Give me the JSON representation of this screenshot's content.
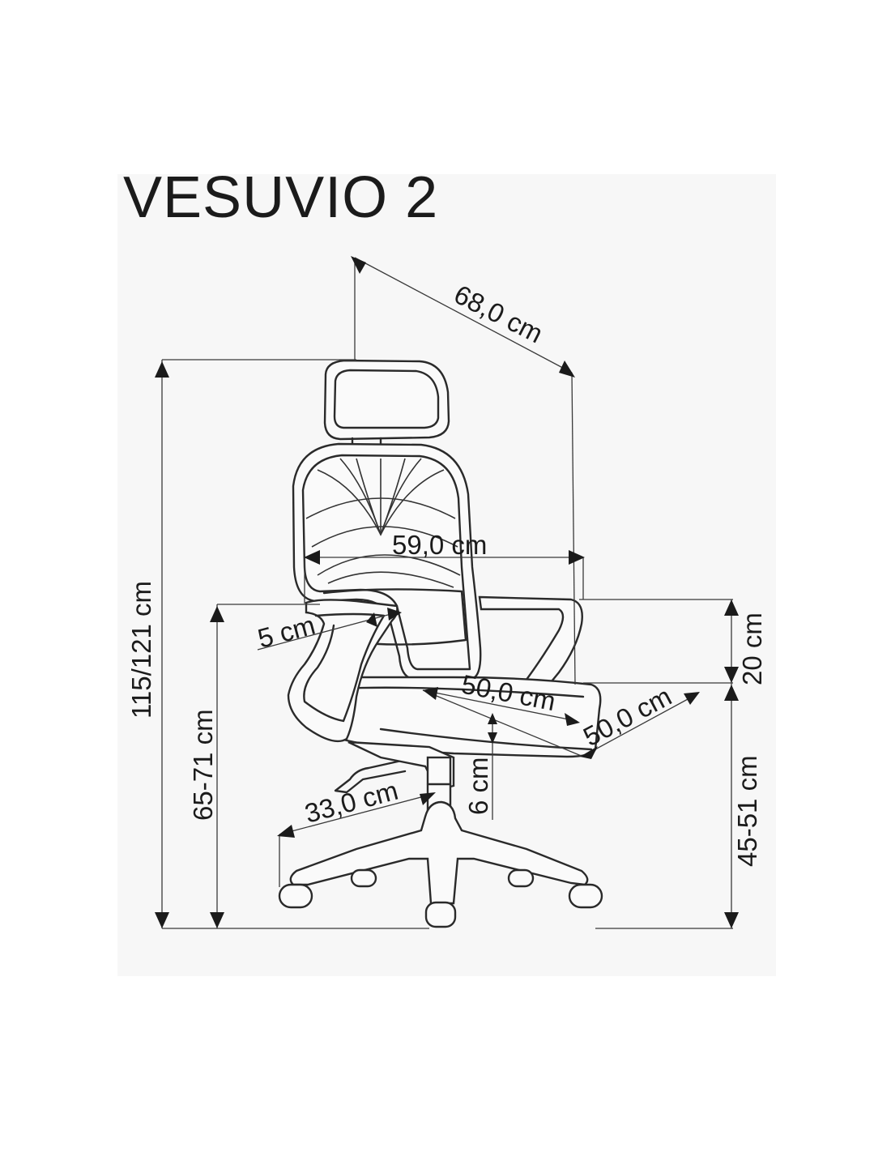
{
  "title": "VESUVIO 2",
  "dimensions": {
    "depth_diagonal": "68,0 cm",
    "total_height": "115/121 cm",
    "armrest_height": "65-71 cm",
    "seat_width": "59,0 cm",
    "armrest_width": "5 cm",
    "backrest_height": "20 cm",
    "seat_depth": "50,0 cm",
    "seat_width_diagonal": "50,0 cm",
    "seat_adjust": "6 cm",
    "base_radius": "33,0 cm",
    "seat_height": "45-51 cm"
  },
  "colors": {
    "line": "#1b1b1b",
    "panel": "#f7f7f7",
    "background": "#ffffff"
  }
}
